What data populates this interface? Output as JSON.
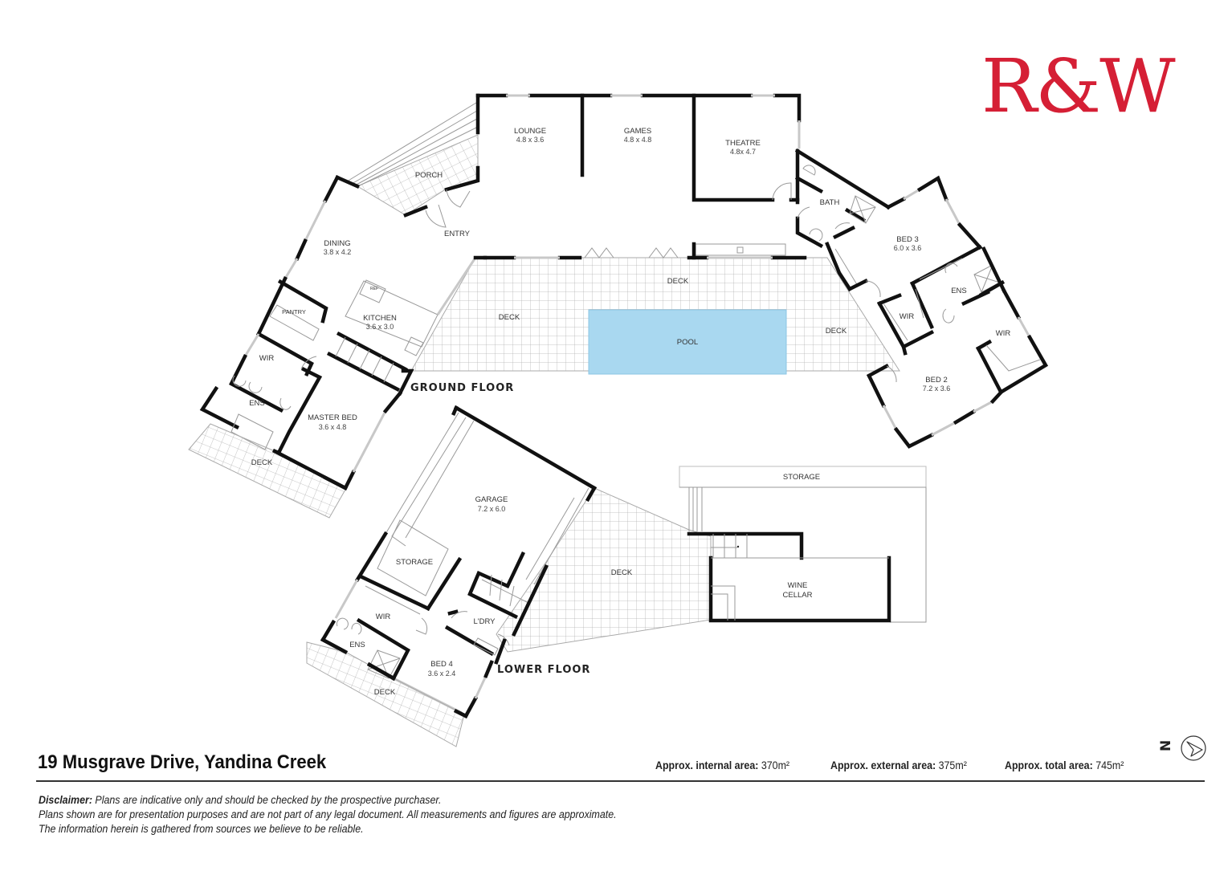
{
  "brand": {
    "logo_text": "R&W",
    "logo_color": "#d51f35"
  },
  "property": {
    "address": "19 Musgrave Drive, Yandina Creek"
  },
  "areas": {
    "internal_label": "Approx. internal area:",
    "internal_value": "370m²",
    "external_label": "Approx.  external area:",
    "external_value": "375m²",
    "total_label": "Approx. total area:",
    "total_value": "745m²"
  },
  "disclaimer": {
    "heading": "Disclaimer:",
    "line1": " Plans are indicative only and should be checked by the prospective purchaser.",
    "line2": "Plans shown are for presentation purposes and are not part of any legal document. All measurements and figures are approximate.",
    "line3": "The information herein is gathered from sources we believe to be reliable."
  },
  "compass": {
    "letter": "N",
    "icon": "north-arrow-icon"
  },
  "colors": {
    "pool": "#a9d8f0",
    "wall": "#111111",
    "deck_grid": "#b5b5b5"
  },
  "floors": {
    "ground": {
      "label": "GROUND FLOOR",
      "rooms": {
        "lounge": {
          "name": "LOUNGE",
          "dim": "4.8 x 3.6"
        },
        "games": {
          "name": "GAMES",
          "dim": "4.8 x 4.8"
        },
        "theatre": {
          "name": "THEATRE",
          "dim": "4.8x 4.7"
        },
        "porch": {
          "name": "PORCH"
        },
        "entry": {
          "name": "ENTRY"
        },
        "dining": {
          "name": "DINING",
          "dim": "3.8 x 4.2"
        },
        "kitchen": {
          "name": "KITCHEN",
          "dim": "3.6 x 3.0"
        },
        "pantry": {
          "name": "PANTRY"
        },
        "ref": {
          "name": "REF"
        },
        "wir_master": {
          "name": "WIR"
        },
        "ens_master": {
          "name": "ENS"
        },
        "master_bed": {
          "name": "MASTER BED",
          "dim": "3.6 x 4.8"
        },
        "deck_master": {
          "name": "DECK"
        },
        "deck_top": {
          "name": "DECK"
        },
        "deck_left": {
          "name": "DECK"
        },
        "deck_right": {
          "name": "DECK"
        },
        "pool": {
          "name": "POOL"
        },
        "bath": {
          "name": "BATH"
        },
        "bed3": {
          "name": "BED 3",
          "dim": "6.0 x 3.6"
        },
        "ens_bed": {
          "name": "ENS"
        },
        "wir_bed3": {
          "name": "WIR"
        },
        "wir_bed2": {
          "name": "WIR"
        },
        "bed2": {
          "name": "BED 2",
          "dim": "7.2 x 3.6"
        }
      }
    },
    "lower": {
      "label": "LOWER FLOOR",
      "rooms": {
        "garage": {
          "name": "GARAGE",
          "dim": "7.2 x 6.0"
        },
        "storage_garage": {
          "name": "STORAGE"
        },
        "wir": {
          "name": "WIR"
        },
        "ens": {
          "name": "ENS"
        },
        "ldry": {
          "name": "L'DRY"
        },
        "bed4": {
          "name": "BED 4",
          "dim": "3.6 x 2.4"
        },
        "deck_bed4": {
          "name": "DECK"
        },
        "deck_mid": {
          "name": "DECK"
        },
        "storage_top": {
          "name": "STORAGE"
        },
        "wine_cellar_l1": {
          "name": "WINE"
        },
        "wine_cellar_l2": {
          "name": "CELLAR"
        }
      }
    }
  }
}
